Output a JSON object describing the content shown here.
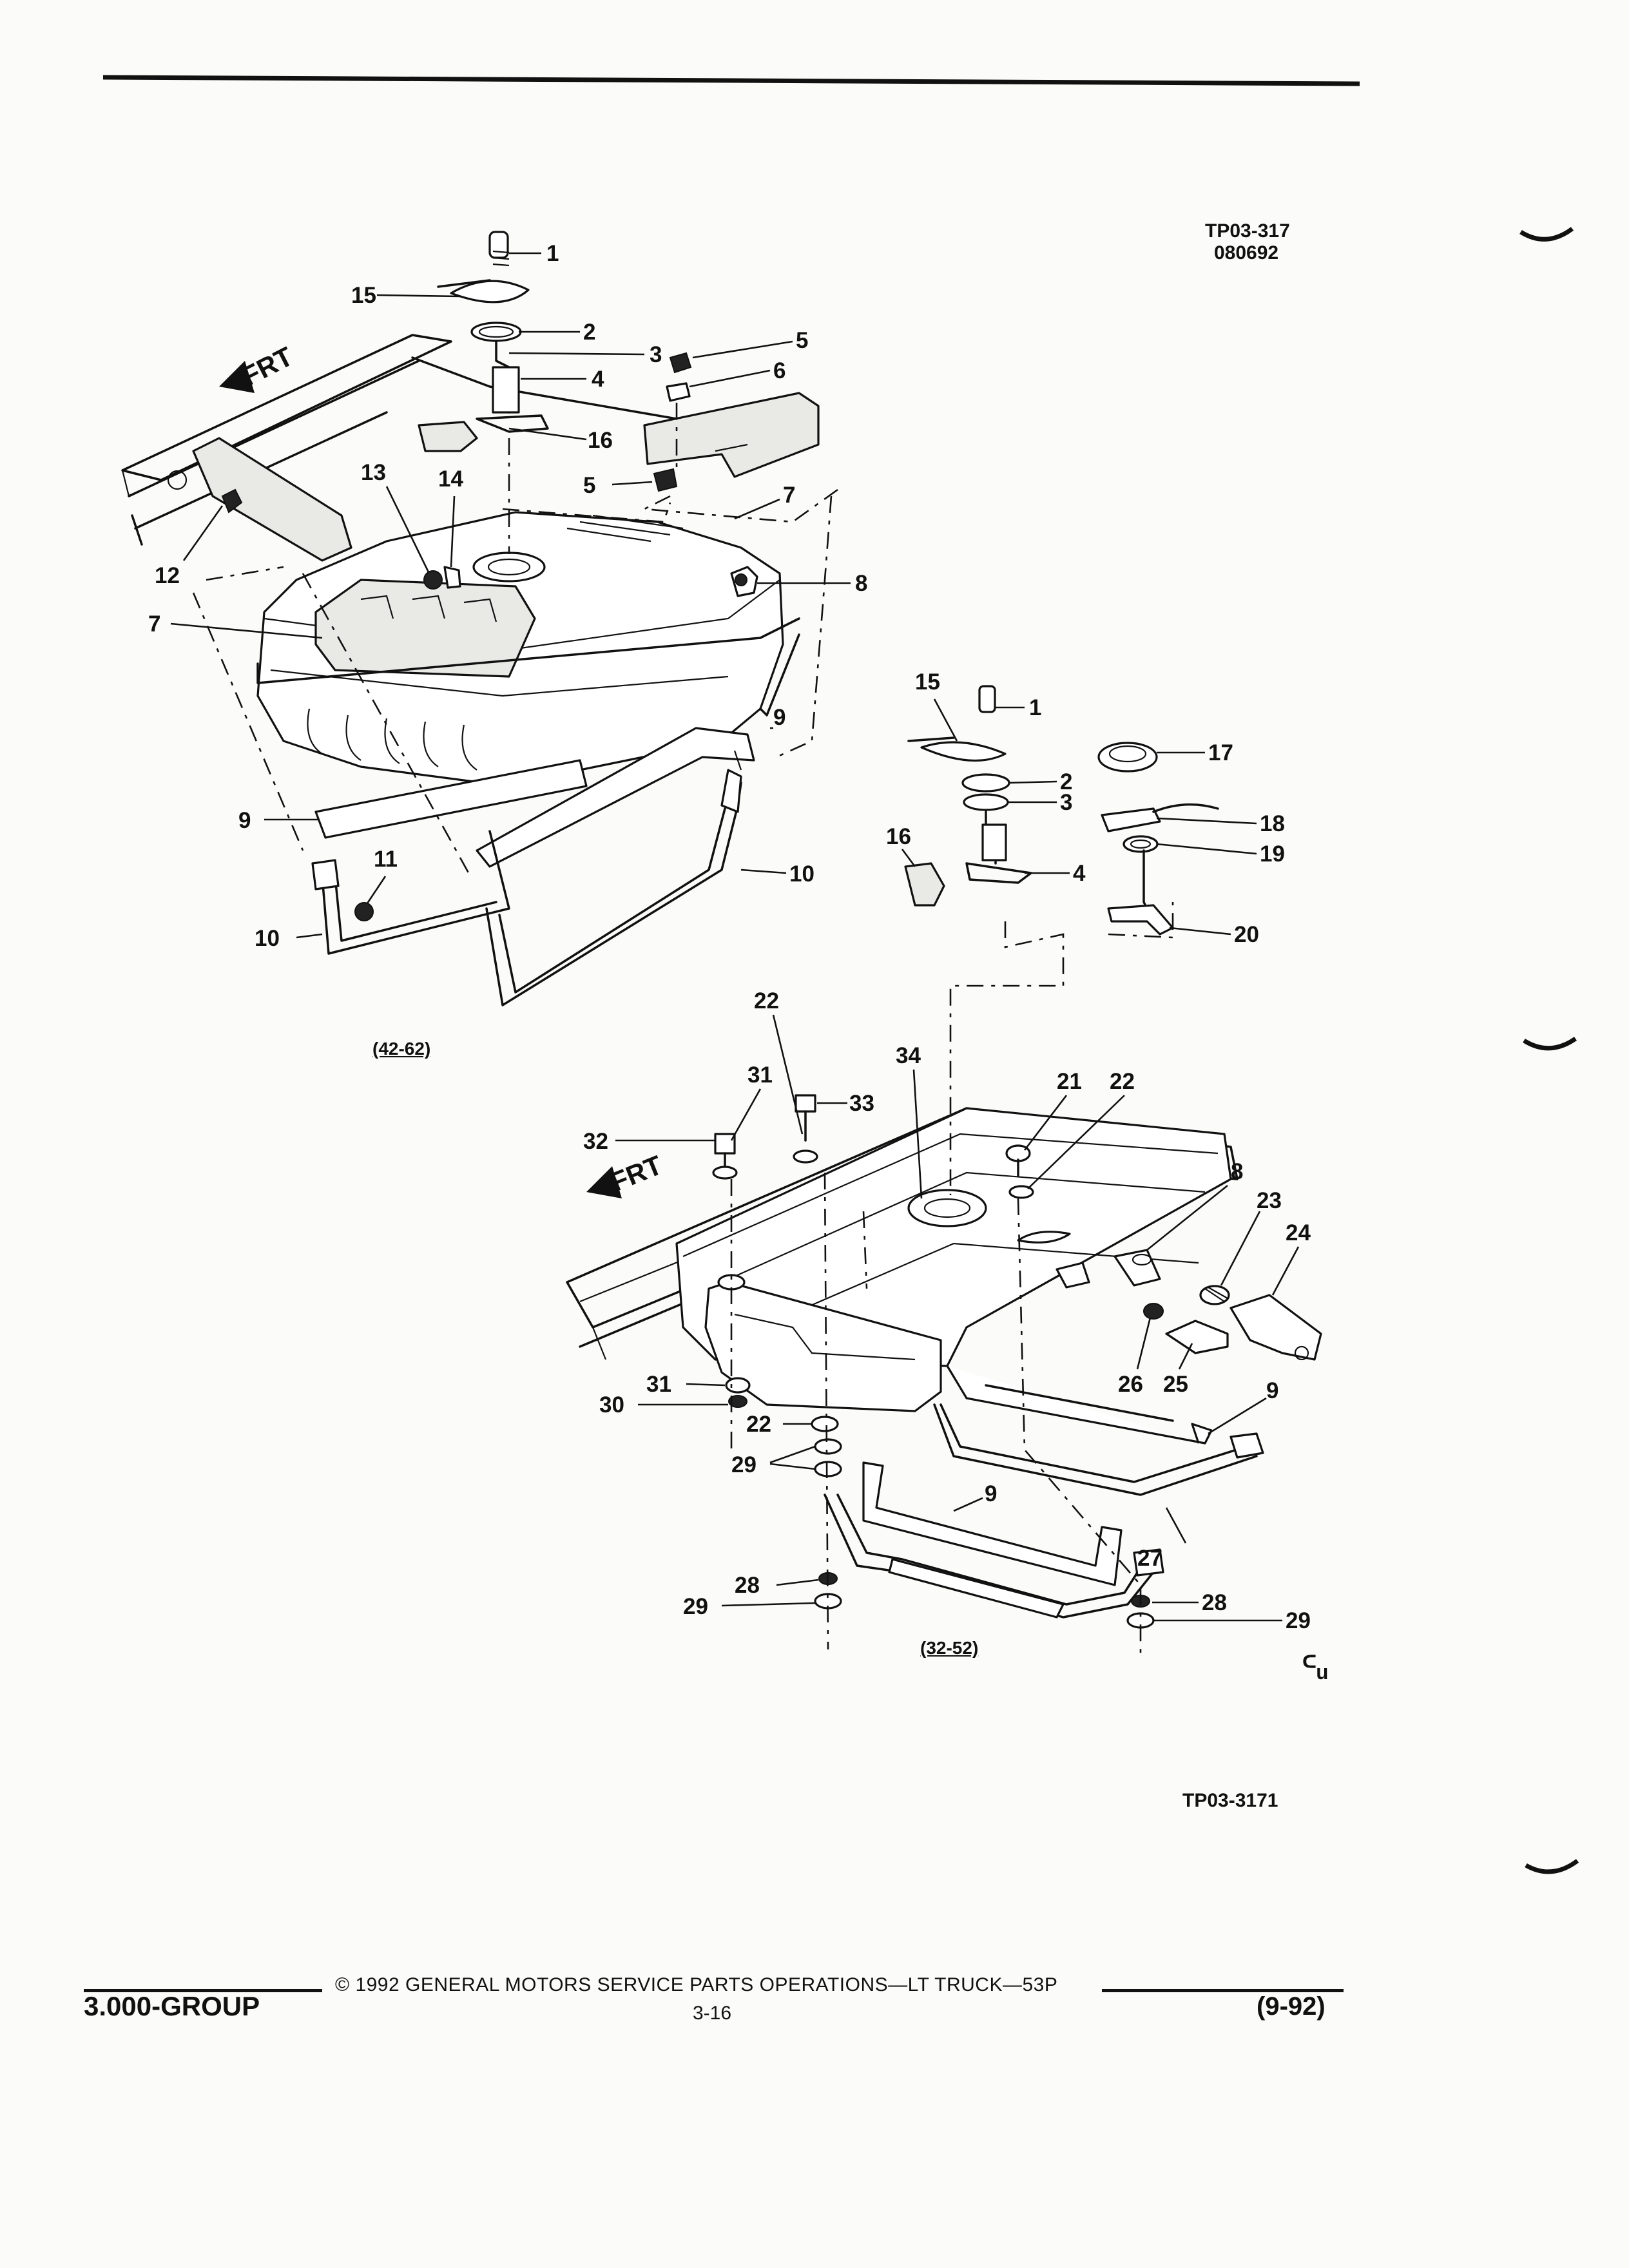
{
  "header": {
    "figure_code_top": "TP03-317",
    "figure_date": "080692",
    "figure_code_bottom": "TP03-3171"
  },
  "diagram": {
    "frt_label": "FRT",
    "section_upper": "(42-62)",
    "section_lower": "(32-52)",
    "mark_symbol": "ᒼᵤ"
  },
  "callouts_upper": [
    "1",
    "15",
    "2",
    "3",
    "5",
    "4",
    "6",
    "16",
    "5",
    "7",
    "13",
    "14",
    "12",
    "8",
    "7",
    "9",
    "9",
    "11",
    "10",
    "10"
  ],
  "callouts_lower": [
    "15",
    "1",
    "17",
    "2",
    "3",
    "18",
    "16",
    "19",
    "4",
    "20",
    "22",
    "31",
    "33",
    "34",
    "21",
    "22",
    "32",
    "8",
    "23",
    "24",
    "26",
    "25",
    "9",
    "31",
    "30",
    "22",
    "29",
    "9",
    "27",
    "28",
    "29",
    "28",
    "29"
  ],
  "footer": {
    "group": "3.000-GROUP",
    "copyright": "© 1992 GENERAL MOTORS SERVICE PARTS OPERATIONS—LT TRUCK—53P",
    "page": "3-16",
    "revision": "(9-92)"
  }
}
